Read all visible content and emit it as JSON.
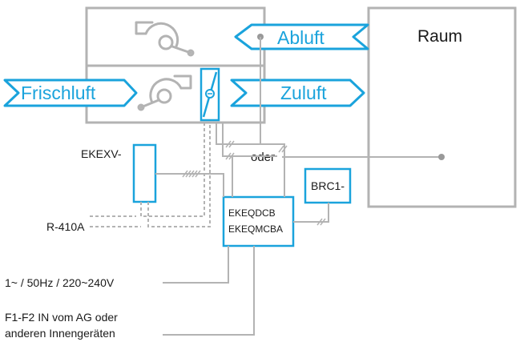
{
  "labels": {
    "raum": "Raum",
    "abluft": "Abluft",
    "zuluft": "Zuluft",
    "frischluft": "Frischluft",
    "oder": "oder",
    "ekexv": "EKEXV-",
    "r410a": "R-410A",
    "ekeqdcb": "EKEQDCB",
    "ekeqmcba": "EKEQMCBA",
    "brc1": "BRC1-",
    "power": "1~ / 50Hz / 220~240V",
    "f1f2_line1": "F1-F2 IN vom AG oder",
    "f1f2_line2": "anderen Innengeräten"
  },
  "colors": {
    "accent": "#1aa3dc",
    "line": "#b3b3b3",
    "text": "#1a1a1a"
  },
  "icons": [
    "fan-icon",
    "fan-icon",
    "damper-icon",
    "arrow-icon"
  ]
}
